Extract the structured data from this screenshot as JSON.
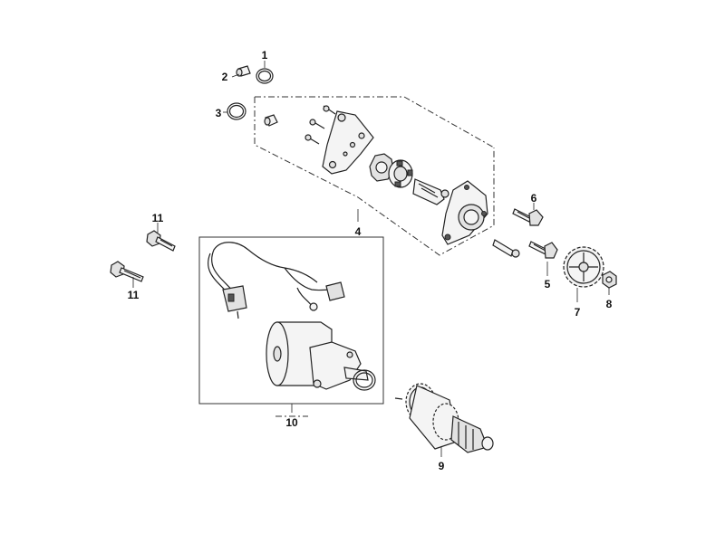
{
  "callouts": {
    "c1": "1",
    "c2": "2",
    "c3": "3",
    "c4": "4",
    "c5": "5",
    "c6": "6",
    "c7": "7",
    "c8": "8",
    "c9": "9",
    "c10": "10",
    "c11_top": "11",
    "c11_bottom": "11"
  },
  "parts": [
    {
      "ref": "1",
      "icon": "o-ring-icon"
    },
    {
      "ref": "2",
      "icon": "bushing-icon"
    },
    {
      "ref": "3",
      "icon": "o-ring-icon"
    },
    {
      "ref": "4",
      "icon": "starter-clutch-assembly-icon"
    },
    {
      "ref": "5",
      "icon": "bolt-icon"
    },
    {
      "ref": "6",
      "icon": "bolt-icon"
    },
    {
      "ref": "7",
      "icon": "sprocket-gear-icon"
    },
    {
      "ref": "8",
      "icon": "nut-icon"
    },
    {
      "ref": "9",
      "icon": "starter-drive-gear-icon"
    },
    {
      "ref": "10",
      "icon": "starter-motor-icon"
    },
    {
      "ref": "11",
      "icon": "bolt-icon"
    }
  ]
}
